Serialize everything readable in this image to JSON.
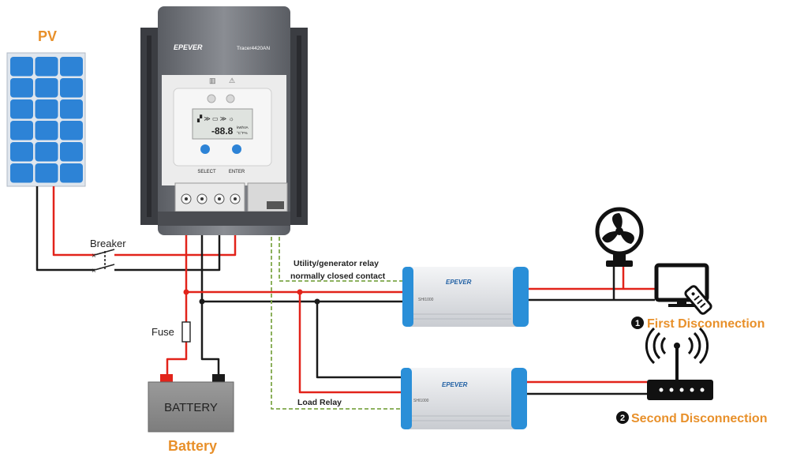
{
  "labels": {
    "pv_title": "PV",
    "breaker": "Breaker",
    "fuse": "Fuse",
    "battery_body": "BATTERY",
    "battery_title": "Battery",
    "relay_line1": "Utility/generator relay",
    "relay_line2": "normally closed contact",
    "load_relay": "Load Relay",
    "first_num": "1",
    "first_disconnection": "First Disconnection",
    "second_num": "2",
    "second_disconnection": "Second Disconnection"
  },
  "controller": {
    "brand": "EPEVER",
    "model": "Tracer4420AN",
    "lcd_reading": "-88.8",
    "lcd_units": "kWhVA",
    "lcd_units2": "°C°F%",
    "select_label": "SELECT",
    "enter_label": "ENTER"
  },
  "inverter1": {
    "brand": "EPEVER",
    "model": "SHI1000"
  },
  "inverter2": {
    "brand": "EPEVER",
    "model": "SHI1000"
  },
  "colors": {
    "accent_orange": "#e8902a",
    "wire_red": "#e2231a",
    "wire_black": "#1a1a1a",
    "relay_wire": "#7fa84a",
    "panel_blue": "#2d83d6",
    "inverter_blue": "#2a8fd8"
  },
  "icons": {
    "fan": "fan-icon",
    "tv": "tv-icon",
    "remote": "remote-icon",
    "router": "router-icon"
  }
}
